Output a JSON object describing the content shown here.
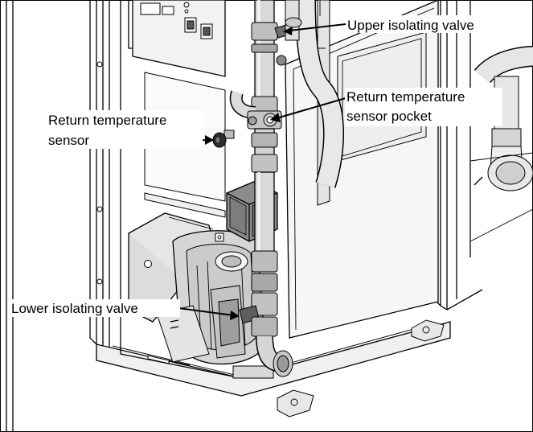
{
  "callouts": {
    "upper_isolating_valve": "Upper isolating valve",
    "return_temperature_sensor_pocket": [
      "Return temperature",
      "sensor pocket"
    ],
    "return_temperature_sensor": [
      "Return temperature",
      "sensor"
    ],
    "lower_isolating_valve": "Lower isolating valve"
  },
  "colors": {
    "background": "#ffffff",
    "line": "#000000",
    "metal_light": "#e6e6e6",
    "metal_mid": "#bdbdbd",
    "metal_dark": "#7a7a7a",
    "pump_body": "#8c8c8c",
    "panel": "#f4f4f4"
  }
}
